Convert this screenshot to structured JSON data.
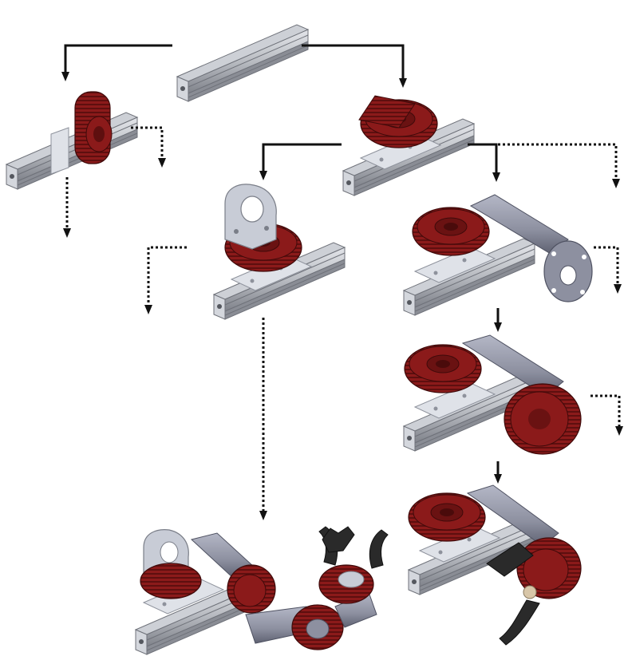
{
  "colors": {
    "background": "#ffffff",
    "extrusion": "#b9bcc2",
    "extrusion_dark": "#7d8088",
    "plate": "#dfe2e8",
    "actuator": "#8b1a1a",
    "actuator_dark": "#5e0f0f",
    "actuator_light": "#b23a3a",
    "link": "#8d90a0",
    "link_dark": "#5f6272",
    "bracket": "#c8ccd6",
    "gripper": "#2a2a2a",
    "arrow": "#111111"
  },
  "legend": {
    "solid": "solid-arrow",
    "dotted": "dotted-arrow"
  },
  "nodes": [
    {
      "id": "base-extrusion",
      "icon": "aluminum-extrusion-icon"
    },
    {
      "id": "module-side-mounted-actuator",
      "icon": "side-actuator-module-icon"
    },
    {
      "id": "module-top-mounted-actuator",
      "icon": "top-actuator-module-icon"
    },
    {
      "id": "module-actuator-with-bracket",
      "icon": "bracket-module-icon"
    },
    {
      "id": "module-actuator-with-link",
      "icon": "link-arm-module-icon"
    },
    {
      "id": "module-two-joint-arm",
      "icon": "two-joint-arm-icon"
    },
    {
      "id": "module-arm-with-gripper",
      "icon": "arm-gripper-icon"
    },
    {
      "id": "module-full-arm-with-gripper",
      "icon": "full-arm-gripper-icon"
    }
  ]
}
